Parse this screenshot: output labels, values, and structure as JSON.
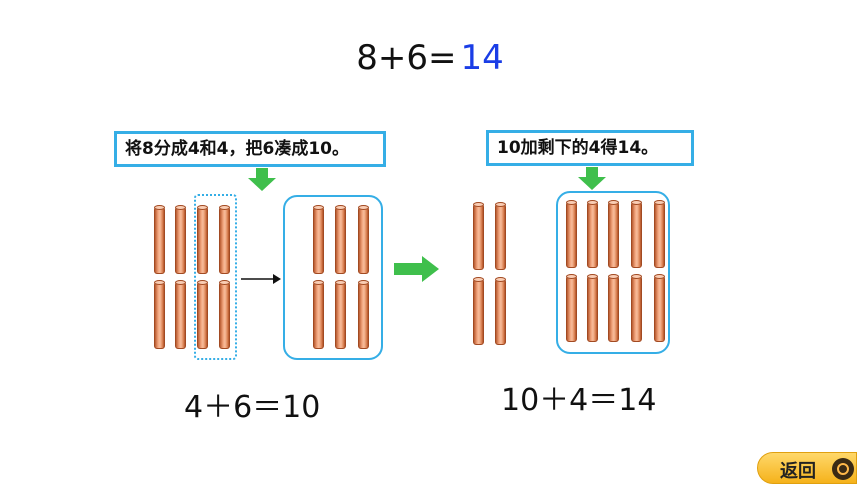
{
  "title": {
    "left": "8+6=",
    "answer": "14"
  },
  "labels": {
    "left": "将8分成4和4，把6凑成10。",
    "right": "10加剩下的4得14。"
  },
  "equations": {
    "left": "4＋6＝10",
    "right": "10＋4＝14"
  },
  "return_button": {
    "label": "返回"
  },
  "colors": {
    "border_blue": "#35aee6",
    "answer_blue": "#1a3de6",
    "arrow_green": "#3fbf4c",
    "stick_orange": "#f2a57e",
    "button_yellow": "#f5b21b"
  }
}
